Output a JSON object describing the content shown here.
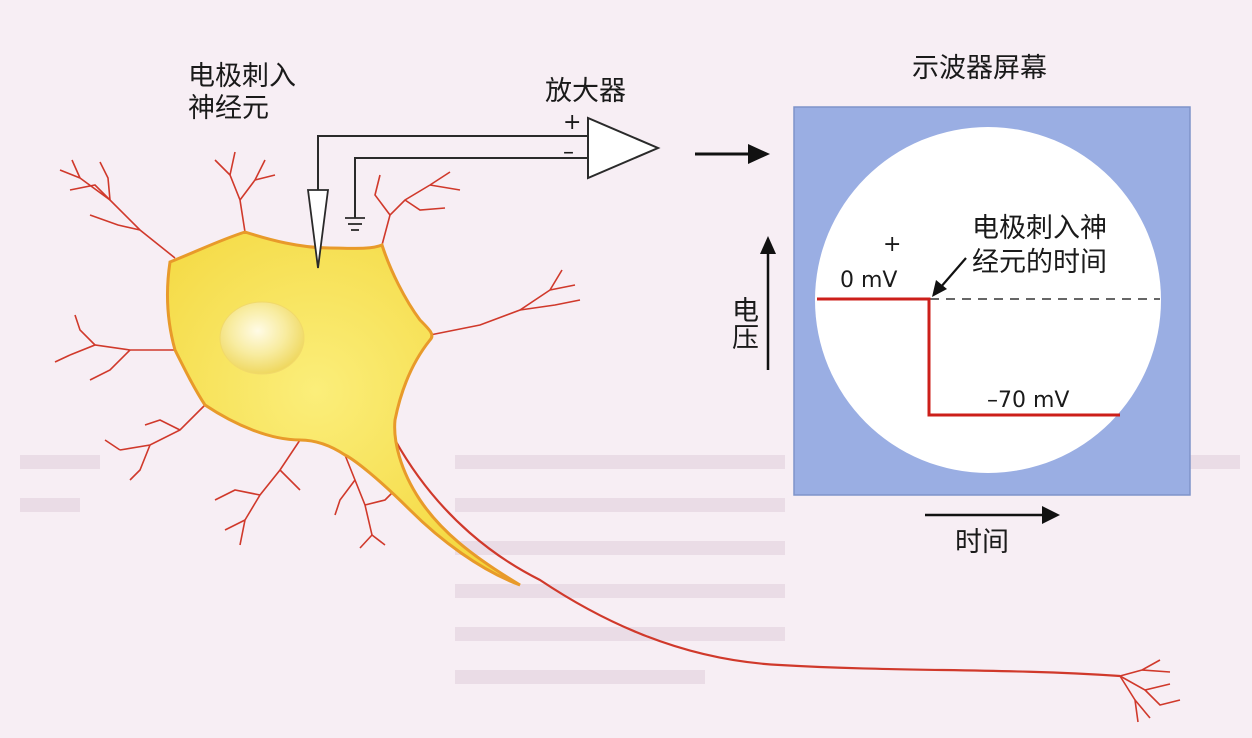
{
  "labels": {
    "electrode_line1": "电极刺入",
    "electrode_line2": "神经元",
    "amplifier": "放大器",
    "amp_plus": "+",
    "amp_minus": "–",
    "oscilloscope": "示波器屏幕",
    "voltage_axis": "电压",
    "time_axis": "时间",
    "insertion_note_line1": "电极刺入神",
    "insertion_note_line2": "经元的时间",
    "screen_plus": "+",
    "zero_mv": "0 mV",
    "resting_mv": "–70 mV"
  },
  "colors": {
    "screen_frame": "#9aaee3",
    "screen_face": "#ffffff",
    "trace": "#cc1f1a",
    "neuron_fill": "#f7e24a",
    "neuron_edge": "#e89a2a",
    "axon": "#d0392b"
  },
  "trace_data": {
    "before_insertion_mV": 0,
    "after_insertion_mV": -70
  }
}
